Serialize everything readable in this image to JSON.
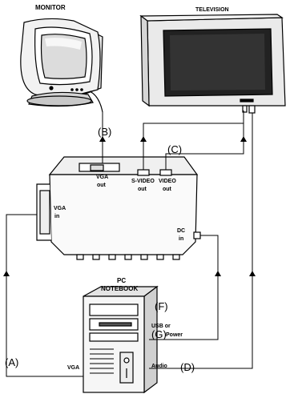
{
  "titles": {
    "monitor": "MONITOR",
    "television": "TELEVISION",
    "pc_line1": "PC",
    "pc_line2": "NOTEBOOK"
  },
  "switch_box": {
    "vga_out_line1": "VGA",
    "vga_out_line2": "out",
    "svideo_out_line1": "S-VIDEO",
    "svideo_out_line2": "out",
    "video_out_line1": "VIDEO",
    "video_out_line2": "out",
    "vga_in_line1": "VGA",
    "vga_in_line2": "in",
    "dc_in_line1": "DC",
    "dc_in_line2": "in"
  },
  "pc_ports": {
    "usb_line1": "USB or",
    "usb_line2": "Power",
    "audio": "Audio",
    "vga": "VGA"
  },
  "callouts": {
    "a": "(A)",
    "b": "(B)",
    "c": "(C)",
    "d": "(D)",
    "f": "(F)",
    "g": "(G)"
  }
}
